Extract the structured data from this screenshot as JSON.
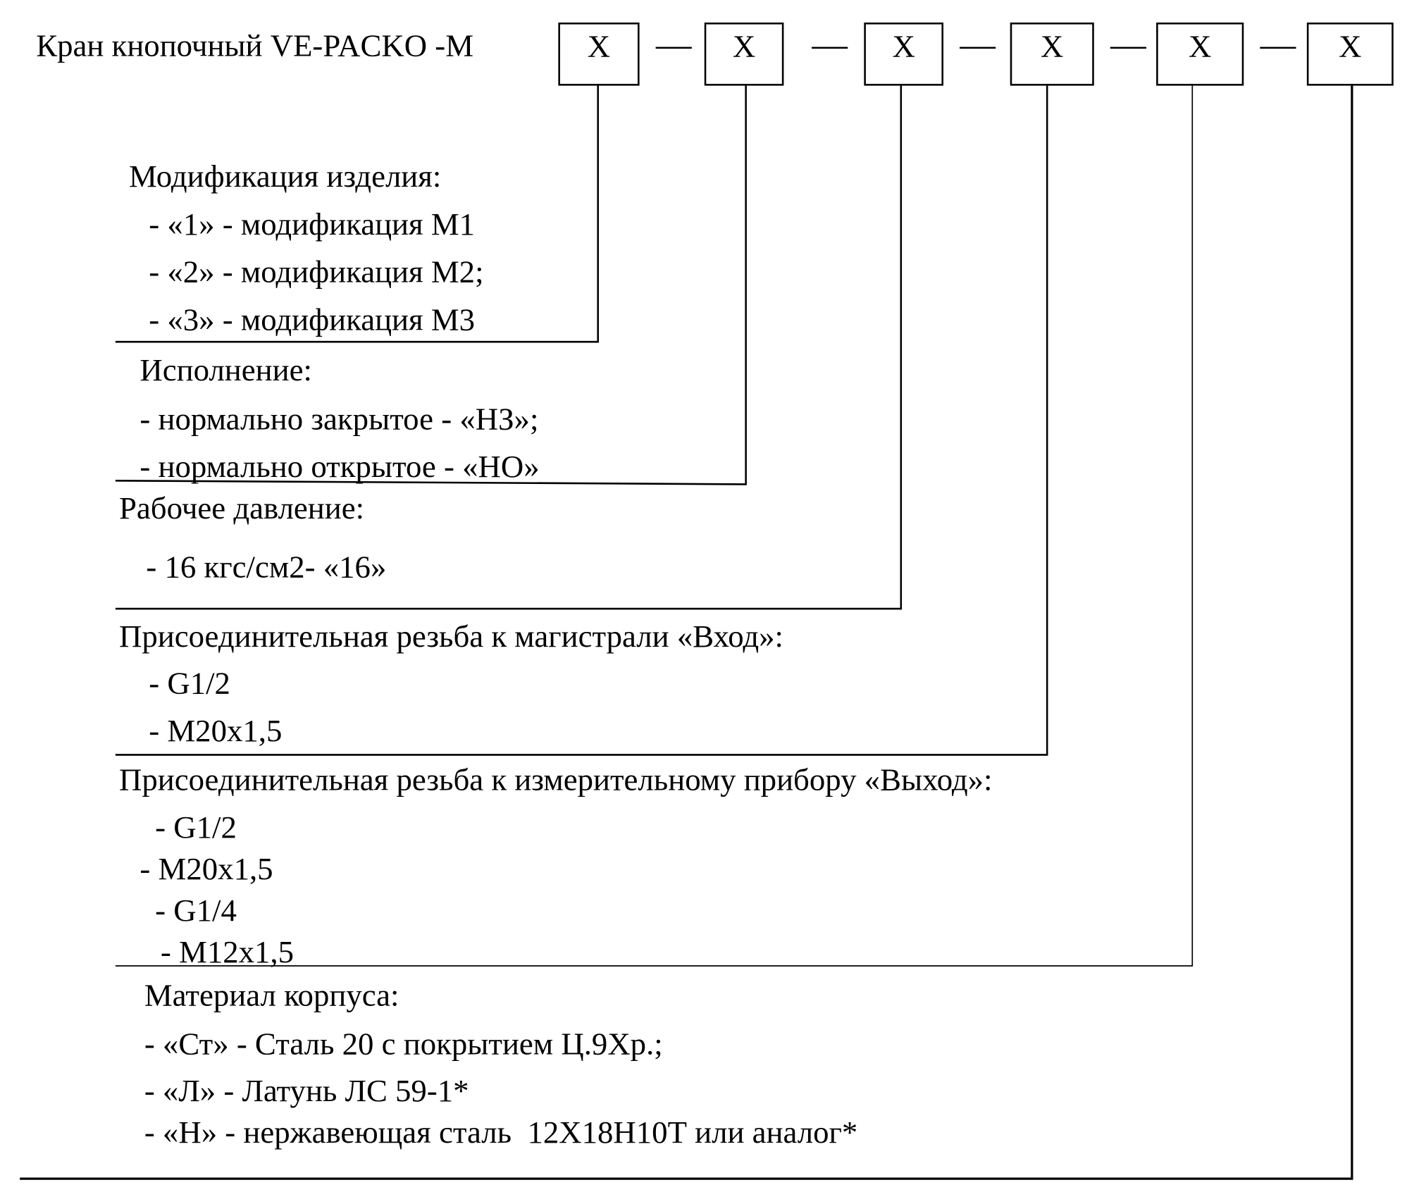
{
  "title": "Кран кнопочный VE-PACKO -M",
  "code_boxes": [
    "X",
    "X",
    "X",
    "X",
    "X",
    "X"
  ],
  "sections": {
    "modification": {
      "heading": "Модификация изделия:",
      "items": [
        "- «1» - модификация М1",
        "- «2» - модификация М2;",
        "- «3» - модификация М3"
      ]
    },
    "execution": {
      "heading": "Исполнение:",
      "items": [
        "- нормально закрытое - «НЗ»;",
        "- нормально открытое - «НО»"
      ]
    },
    "pressure": {
      "heading": "Рабочее давление:",
      "items": [
        "- 16 кгс/см2- «16»"
      ]
    },
    "inlet_thread": {
      "heading": "Присоединительная резьба к магистрали «Вход»:",
      "items": [
        "- G1/2",
        "- M20x1,5"
      ]
    },
    "outlet_thread": {
      "heading": "Присоединительная резьба к измерительному прибору «Выход»:",
      "items": [
        "- G1/2",
        "- M20x1,5",
        "- G1/4",
        "- M12x1,5"
      ]
    },
    "material": {
      "heading": "Материал корпуса:",
      "items": [
        "- «Ст» - Сталь 20 с покрытием Ц.9Хр.;",
        "- «Л» - Латунь ЛС 59-1*",
        "- «Н» - нержавеющая сталь  12Х18Н10Т или аналог*"
      ]
    }
  }
}
